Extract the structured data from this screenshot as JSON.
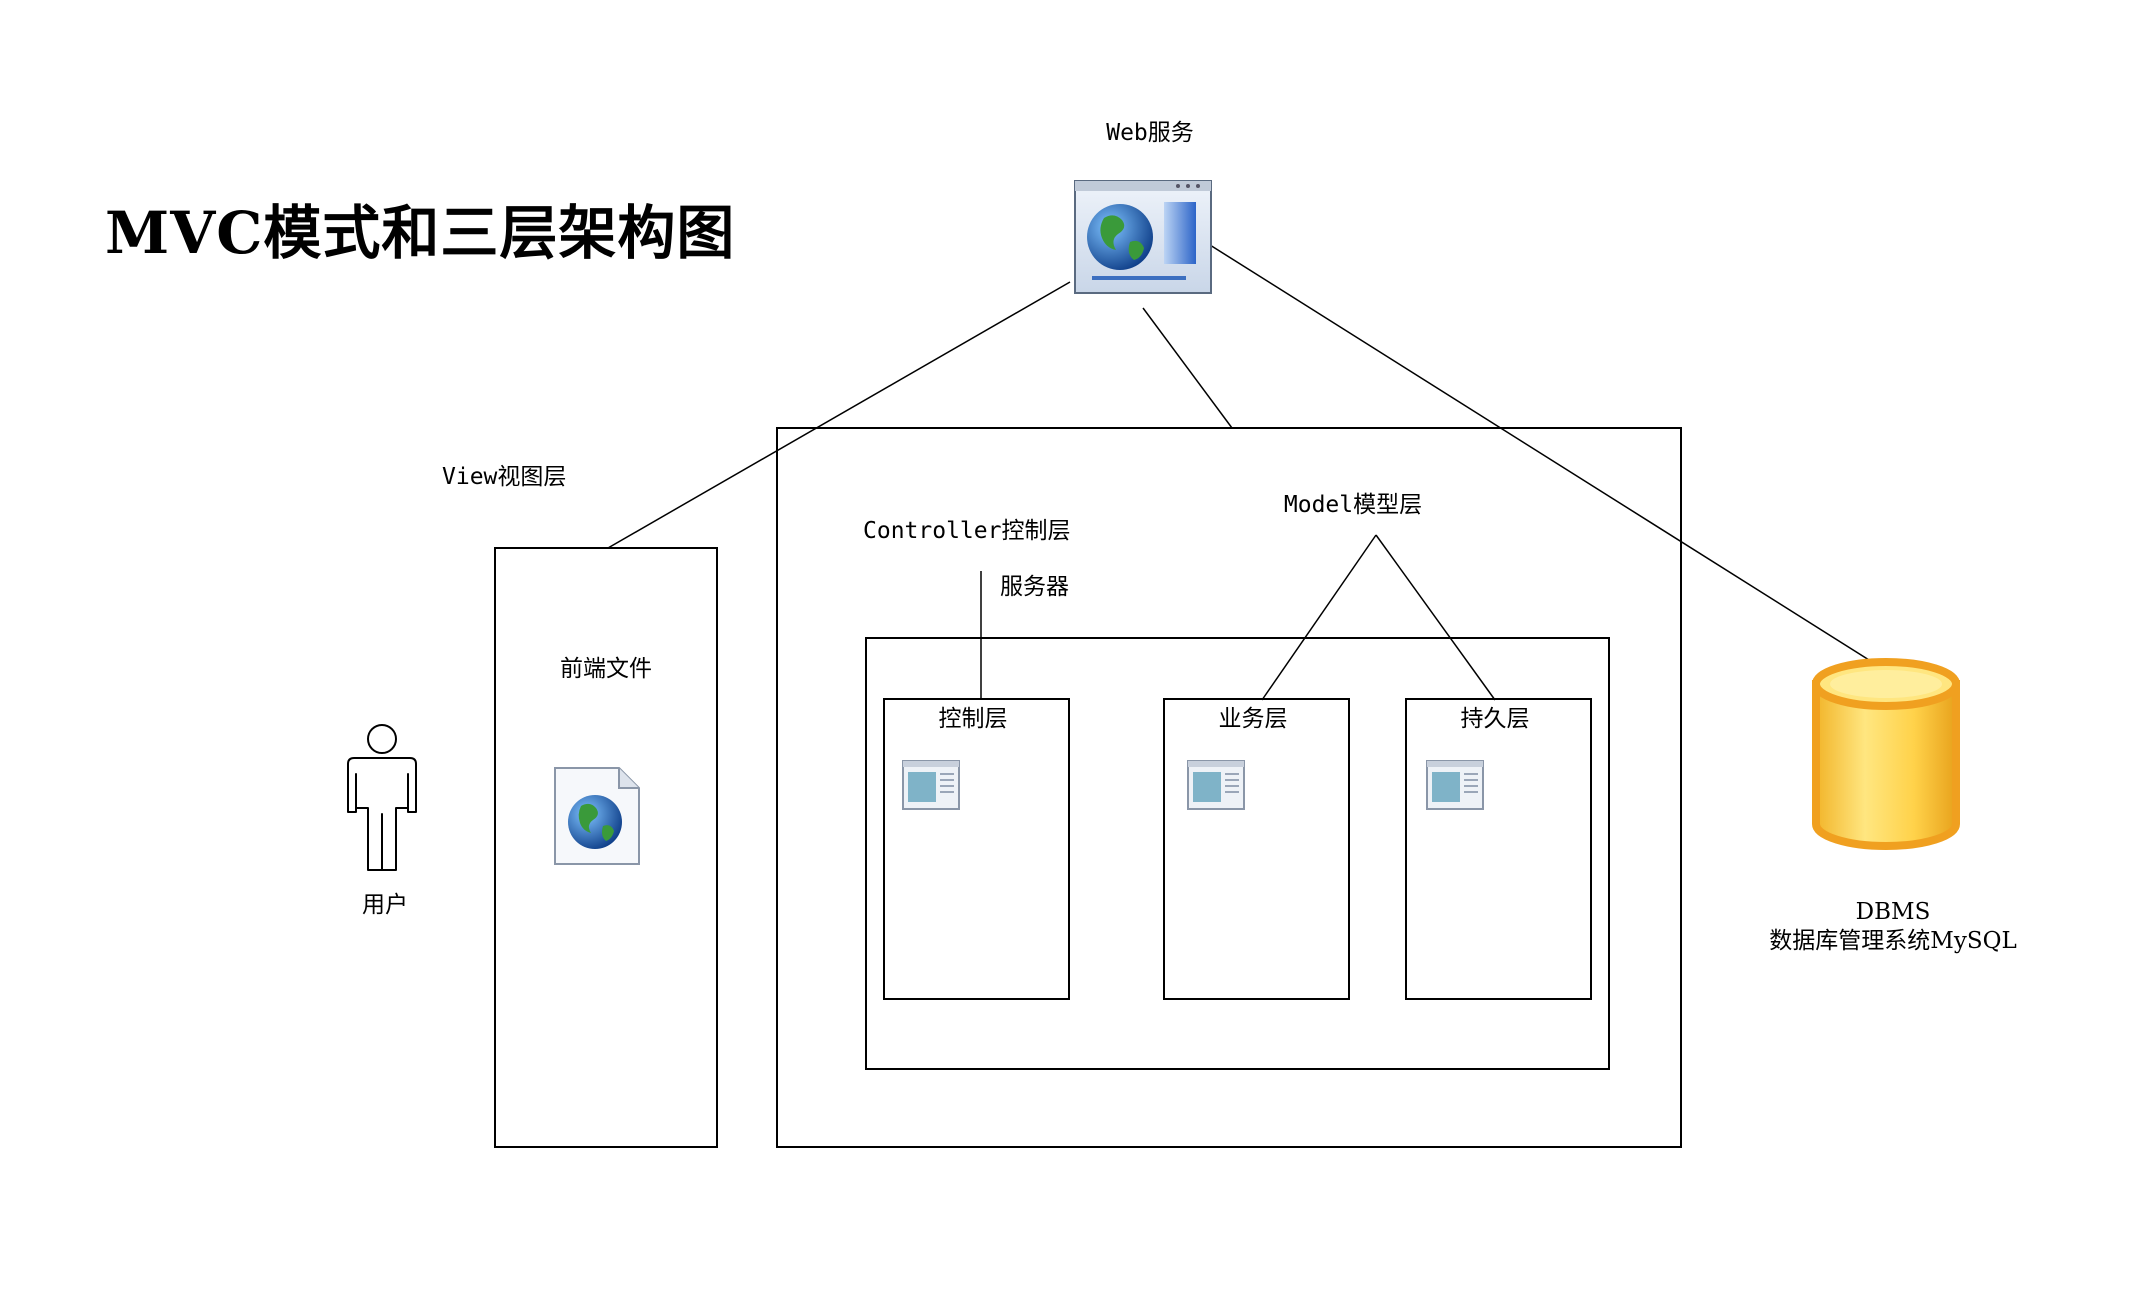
{
  "title": "MVC模式和三层架构图",
  "web_service": {
    "label": "Web服务",
    "icon": "browser-globe-icon"
  },
  "user": {
    "label": "用户",
    "icon": "person-icon"
  },
  "view": {
    "label": "View视图层",
    "file_label": "前端文件",
    "icon": "web-file-icon"
  },
  "controller": {
    "label": "Controller控制层",
    "server_label": "服务器"
  },
  "model": {
    "label": "Model模型层"
  },
  "layers": [
    {
      "label": "控制层",
      "icon": "window-icon"
    },
    {
      "label": "业务层",
      "icon": "window-icon"
    },
    {
      "label": "持久层",
      "icon": "window-icon"
    }
  ],
  "dbms": {
    "line1": "DBMS",
    "line2": "数据库管理系统MySQL",
    "icon": "database-cylinder-icon"
  },
  "colors": {
    "stroke": "#000000",
    "db_fill": "#f5c842",
    "db_rim": "#f0a020",
    "globe": "#2a6fb0"
  }
}
